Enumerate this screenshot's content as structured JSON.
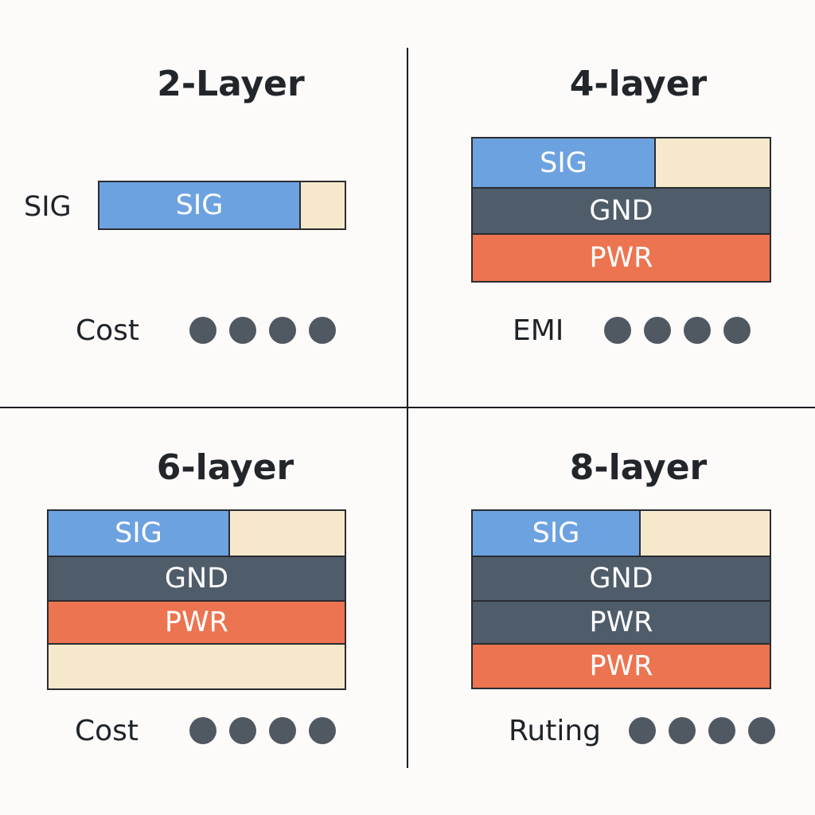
{
  "quadrants": [
    {
      "title": "2-Layer",
      "side_label": "SIG",
      "layers": [
        {
          "label": "SIG",
          "type": "sig",
          "split": true
        }
      ],
      "metric": {
        "label": "Cost",
        "dots": 4
      }
    },
    {
      "title": "4-layer",
      "layers": [
        {
          "label": "SIG",
          "type": "sig",
          "split": true
        },
        {
          "label": "GND",
          "type": "gnd"
        },
        {
          "label": "PWR",
          "type": "pwr"
        }
      ],
      "metric": {
        "label": "EMI",
        "dots": 4
      }
    },
    {
      "title": "6-layer",
      "layers": [
        {
          "label": "SIG",
          "type": "sig",
          "split": true
        },
        {
          "label": "GND",
          "type": "gnd"
        },
        {
          "label": "PWR",
          "type": "pwr"
        },
        {
          "label": "",
          "type": "fill"
        }
      ],
      "metric": {
        "label": "Cost",
        "dots": 4
      }
    },
    {
      "title": "8-layer",
      "layers": [
        {
          "label": "SIG",
          "type": "sig",
          "split": true
        },
        {
          "label": "GND",
          "type": "gnd"
        },
        {
          "label": "PWR",
          "type": "gnd"
        },
        {
          "label": "PWR",
          "type": "pwr"
        }
      ],
      "metric": {
        "label": "Ruting",
        "dots": 4
      }
    }
  ],
  "colors": {
    "sig": "#6da2e1",
    "gnd": "#4f5c6a",
    "pwr": "#ec7450",
    "fill": "#f6e8cb",
    "dot": "#505861"
  }
}
